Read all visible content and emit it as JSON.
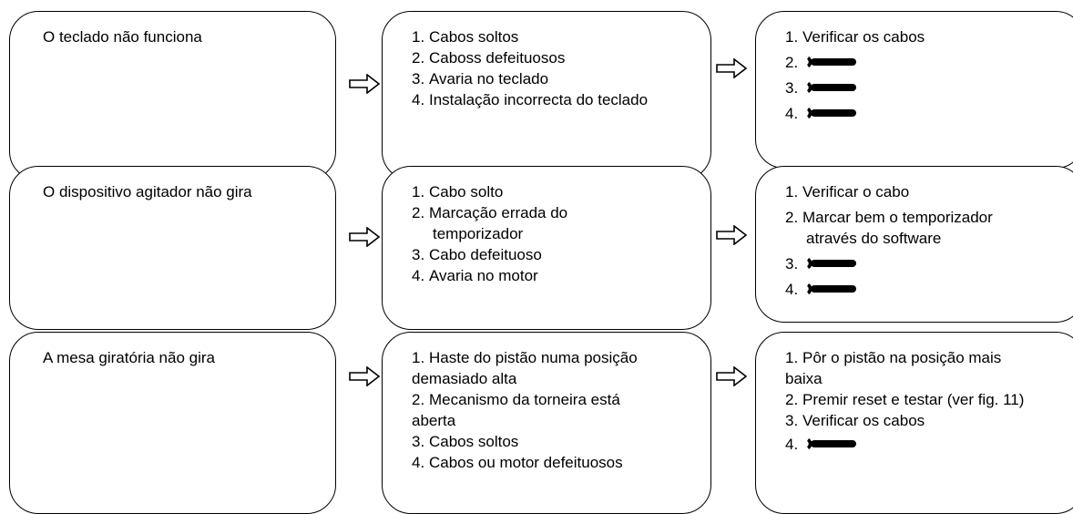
{
  "rows": [
    {
      "problem": "O teclado não funciona",
      "causes": [
        "Cabos soltos",
        "Caboss defeituosos",
        "Avaria no teclado",
        "Instalação incorrecta do teclado"
      ],
      "solutions": [
        "Verificar os cabos",
        "",
        "",
        ""
      ]
    },
    {
      "problem": "O dispositivo agitador não gira",
      "causes": [
        "Cabo solto",
        "Marcação errada do",
        "temporizador",
        "Cabo defeituoso",
        "Avaria no motor"
      ],
      "solutions": [
        "Verificar o cabo",
        "Marcar bem o temporizador",
        "através do software",
        "",
        ""
      ]
    },
    {
      "problem": "A mesa giratória não gira",
      "causes": [
        "Haste do pistão numa posição",
        "demasiado alta",
        "Mecanismo da torneira está",
        "aberta",
        "Cabos soltos",
        "Cabos ou motor defeituosos"
      ],
      "solutions": [
        "Pôr o pistão na posição mais",
        "baixa",
        "Premir reset e testar (ver fig. 11)",
        "Verificar os cabos",
        ""
      ]
    }
  ],
  "numbers": [
    "1.",
    "2.",
    "3.",
    "4."
  ],
  "icons": {
    "arrow": "hollow-right-arrow-icon",
    "service": "wrench-icon"
  }
}
